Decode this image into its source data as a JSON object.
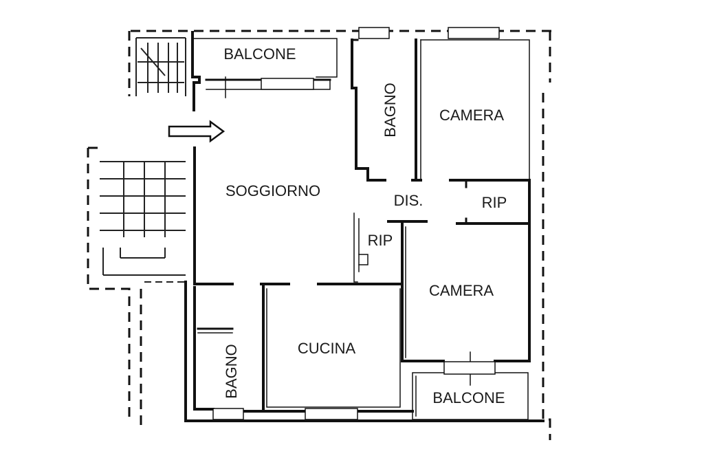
{
  "rooms": {
    "balcone_top": "BALCONE",
    "bagno_top": "BAGNO",
    "camera_top": "CAMERA",
    "soggiorno": "SOGGIORNO",
    "dis": "DIS.",
    "rip_right": "RIP",
    "rip_center": "RIP",
    "camera_bottom": "CAMERA",
    "cucina": "CUCINA",
    "bagno_bottom": "BAGNO",
    "balcone_bottom": "BALCONE"
  },
  "icons": {
    "entrance": "entrance-arrow-icon",
    "stairs": "stairwell-icon"
  },
  "colors": {
    "wall": "#111111",
    "background": "#ffffff"
  }
}
